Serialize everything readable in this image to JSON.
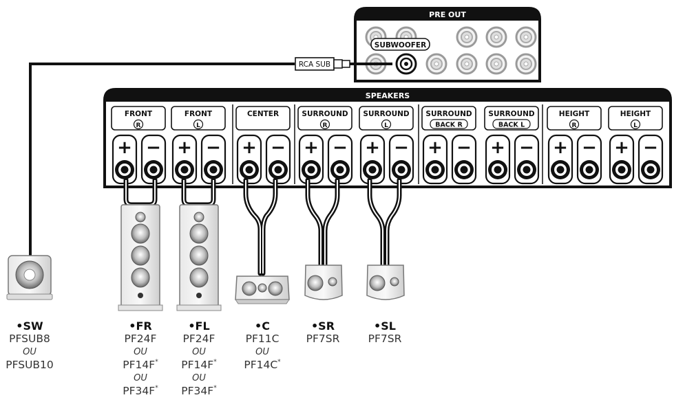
{
  "pre_out": {
    "title": "PRE OUT",
    "subwoofer_label": "SUBWOOFER"
  },
  "rca_sub_label": "RCA SUB",
  "speakers_panel": {
    "title": "SPEAKERS",
    "channels": [
      {
        "name": "FRONT",
        "side": "R"
      },
      {
        "name": "FRONT",
        "side": "L"
      },
      {
        "name": "CENTER",
        "side": ""
      },
      {
        "name": "SURROUND",
        "side": "R"
      },
      {
        "name": "SURROUND",
        "side": "L"
      },
      {
        "name": "SURROUND",
        "side": "BACK R"
      },
      {
        "name": "SURROUND",
        "side": "BACK L"
      },
      {
        "name": "HEIGHT",
        "side": "R"
      },
      {
        "name": "HEIGHT",
        "side": "L"
      }
    ],
    "plus_symbol": "+",
    "minus_symbol": "−"
  },
  "speakers": [
    {
      "code": "•SW",
      "lines": [
        "PFSUB8",
        "OU",
        "PFSUB10"
      ]
    },
    {
      "code": "•FR",
      "lines": [
        "PF24F",
        "OU",
        "PF14F",
        "OU",
        "PF34F"
      ]
    },
    {
      "code": "•FL",
      "lines": [
        "PF24F",
        "OU",
        "PF14F",
        "OU",
        "PF34F"
      ]
    },
    {
      "code": "•C",
      "lines": [
        "PF11C",
        "OU",
        "PF14C"
      ]
    },
    {
      "code": "•SR",
      "lines": [
        "PF7SR"
      ]
    },
    {
      "code": "•SL",
      "lines": [
        "PF7SR"
      ]
    }
  ],
  "footnote_mark": "*"
}
